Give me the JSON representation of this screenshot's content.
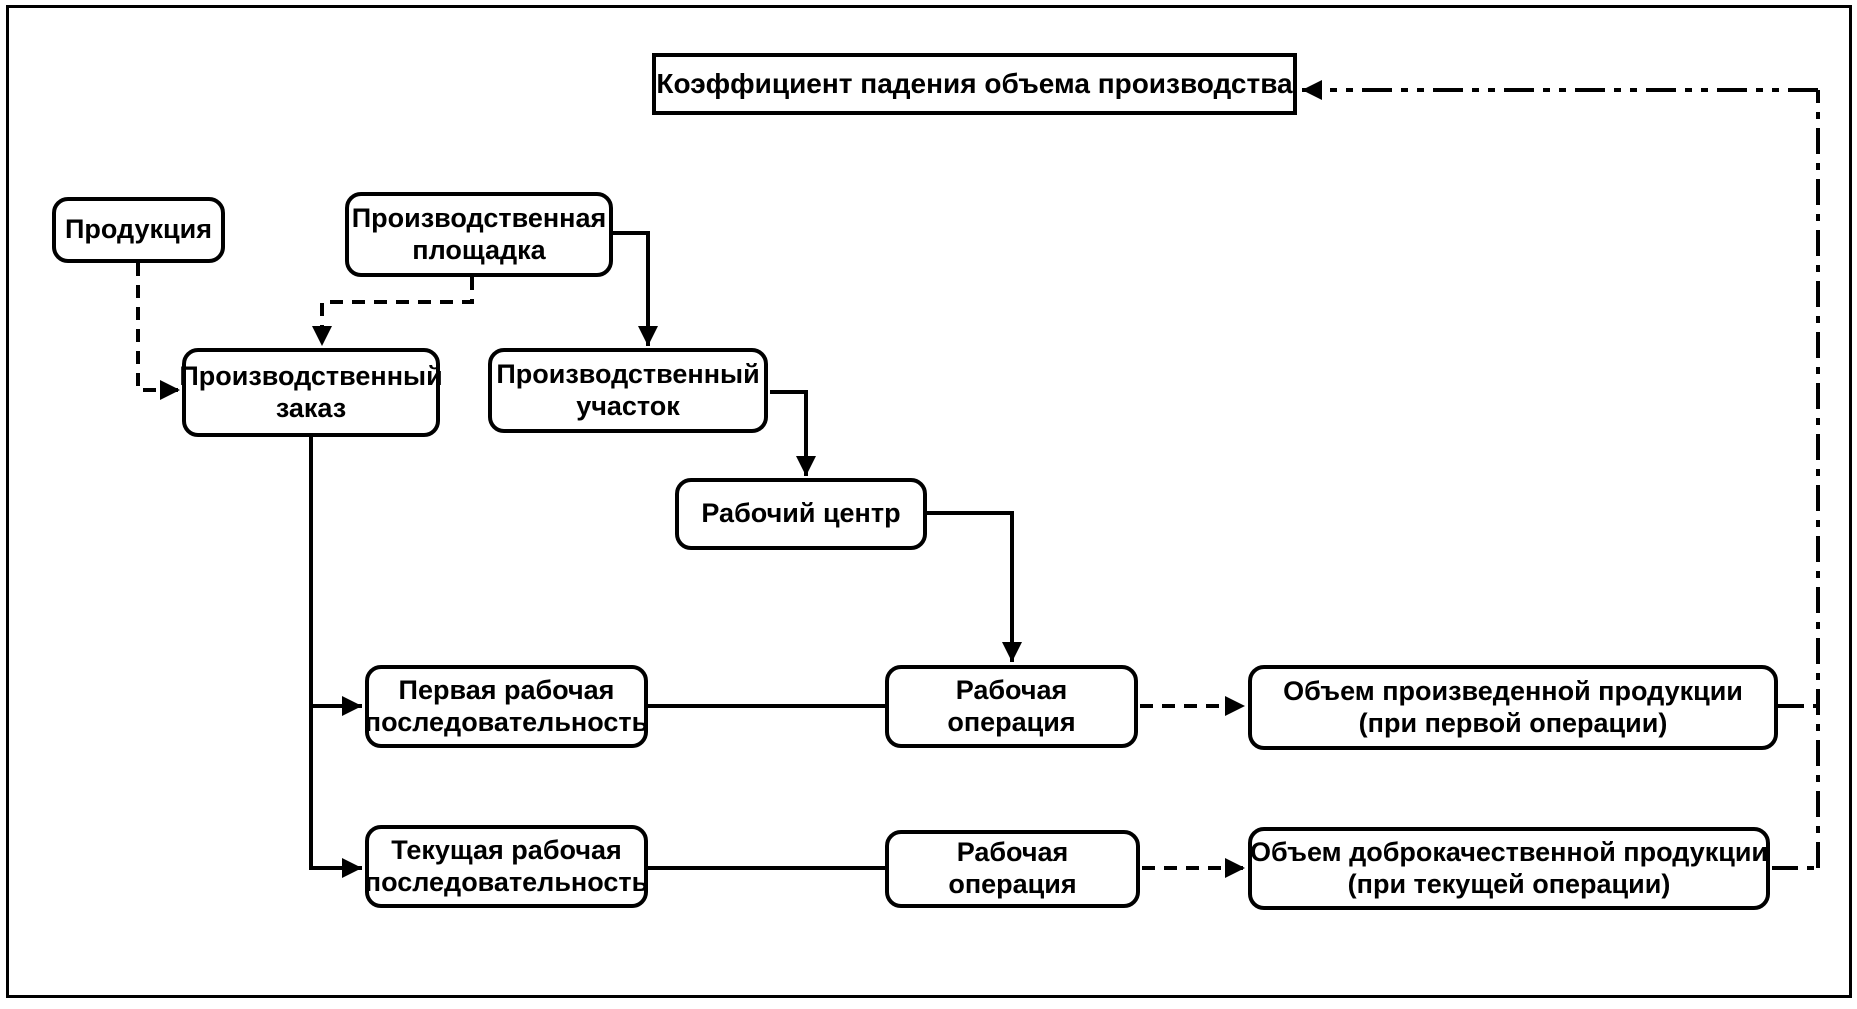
{
  "diagram": {
    "title": "Коэффициент падения объема производства",
    "colors": {
      "line": "#000000",
      "background": "#ffffff",
      "text": "#000000"
    },
    "nodes": {
      "title_box": {
        "label": "Коэффициент падения объема производства"
      },
      "produkciya": {
        "label": "Продукция"
      },
      "ploshchadka": {
        "line1": "Производственная",
        "line2": "площадка"
      },
      "zakaz": {
        "line1": "Производственный",
        "line2": "заказ"
      },
      "uchastok": {
        "line1": "Производственный",
        "line2": "участок"
      },
      "rabochiy_centr": {
        "label": "Рабочий центр"
      },
      "pervaya_posledovatelnost": {
        "line1": "Первая рабочая",
        "line2": "последовательность"
      },
      "tekushchaya_posledovatelnost": {
        "line1": "Текущая рабочая",
        "line2": "последовательность"
      },
      "operaciya_1": {
        "line1": "Рабочая",
        "line2": "операция"
      },
      "operaciya_2": {
        "line1": "Рабочая",
        "line2": "операция"
      },
      "obem_proizvedennoy": {
        "line1": "Объем произведенной продукции",
        "line2": "(при первой операции)"
      },
      "obem_dobrokachestvennoy": {
        "line1": "Объем доброкачественной продукции",
        "line2": "(при текущей операции)"
      }
    }
  }
}
